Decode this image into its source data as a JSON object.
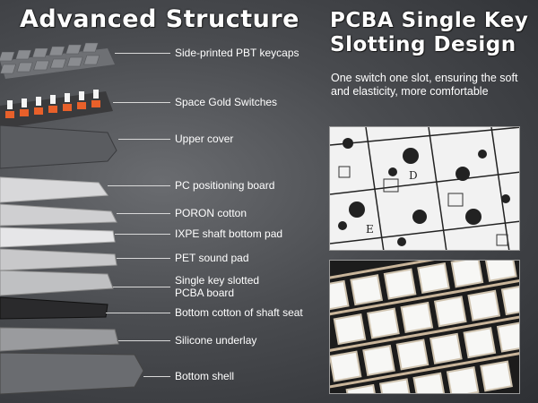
{
  "left_title": "Advanced Structure",
  "right_title_line1": "PCBA Single Key",
  "right_title_line2": "Slotting Design",
  "subtitle": "One switch one slot, ensuring the soft and elasticity, more comfortable",
  "labels": [
    "Side-printed PBT keycaps",
    "Space Gold Switches",
    "Upper cover",
    "PC positioning board",
    "PORON cotton",
    "IXPE shaft bottom pad",
    "PET sound pad",
    "Single key slotted",
    "PCBA board",
    "Bottom cotton of shaft seat",
    "Silicone underlay",
    "Bottom shell"
  ],
  "pcb_key_letters": [
    "D",
    "E"
  ],
  "colors": {
    "switch_orange": "#e8602a",
    "pcb_white": "#f2f2f2",
    "keycap_gray": "#6e7074"
  }
}
